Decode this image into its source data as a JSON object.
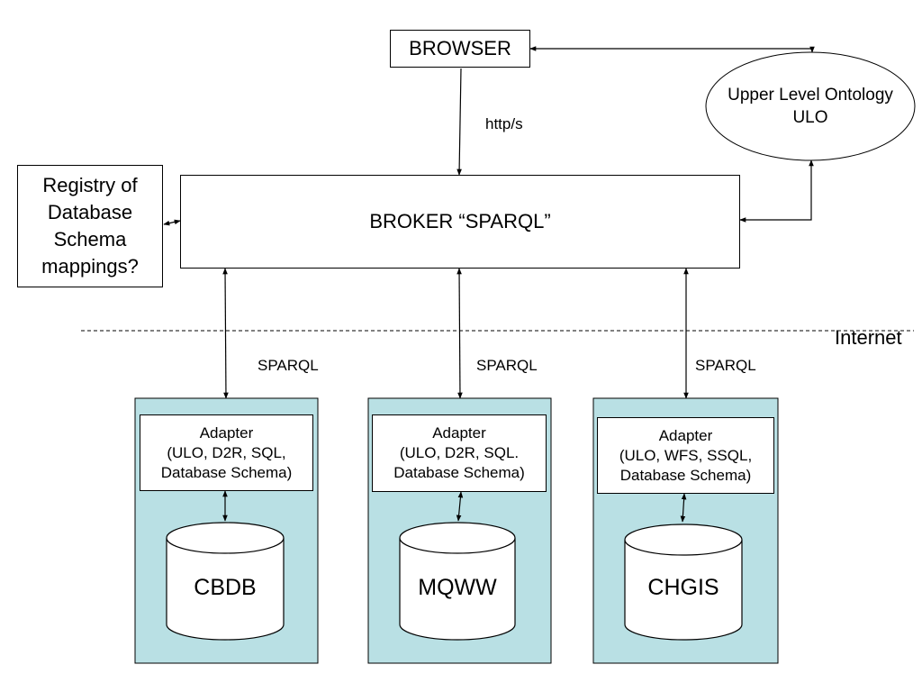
{
  "colors": {
    "panel_fill": "#b9e0e4",
    "line": "#000000",
    "box_fill": "#ffffff"
  },
  "browser": {
    "label": "BROWSER"
  },
  "ontology": {
    "label": "Upper Level Ontology\nULO"
  },
  "protocol": {
    "label": "http/s"
  },
  "registry": {
    "label": "Registry of\nDatabase\nSchema\nmappings?"
  },
  "broker": {
    "label": "BROKER “SPARQL”"
  },
  "internet": {
    "label": "Internet"
  },
  "sources": [
    {
      "link_label": "SPARQL",
      "adapter": "Adapter\n(ULO, D2R, SQL,\nDatabase Schema)",
      "database": "CBDB"
    },
    {
      "link_label": "SPARQL",
      "adapter": "Adapter\n(ULO, D2R, SQL.\nDatabase Schema)",
      "database": "MQWW"
    },
    {
      "link_label": "SPARQL",
      "adapter": "Adapter\n(ULO, WFS, SSQL,\nDatabase Schema)",
      "database": "CHGIS"
    }
  ]
}
